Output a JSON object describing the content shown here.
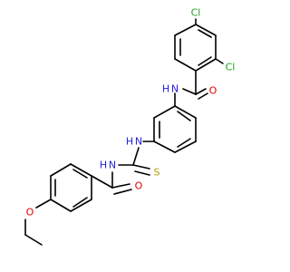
{
  "molecule": {
    "atoms": {
      "cl_top": {
        "label": "Cl",
        "color": "#1fa01f"
      },
      "cl_right": {
        "label": "Cl",
        "color": "#1fa01f"
      },
      "o_amide1": {
        "label": "O",
        "color": "#e00000"
      },
      "n_amide1": {
        "label": "N",
        "color": "#2020e0"
      },
      "h_amide1": {
        "label": "H",
        "color": "#2020e0"
      },
      "n_thio_aryl": {
        "label": "N",
        "color": "#2020e0"
      },
      "h_thio_aryl": {
        "label": "H",
        "color": "#2020e0"
      },
      "s_thione": {
        "label": "S",
        "color": "#b0a000"
      },
      "n_thio_acyl": {
        "label": "N",
        "color": "#2020e0"
      },
      "h_thio_acyl": {
        "label": "H",
        "color": "#2020e0"
      },
      "o_amide2": {
        "label": "O",
        "color": "#e00000"
      },
      "o_ether": {
        "label": "O",
        "color": "#e00000"
      }
    }
  }
}
